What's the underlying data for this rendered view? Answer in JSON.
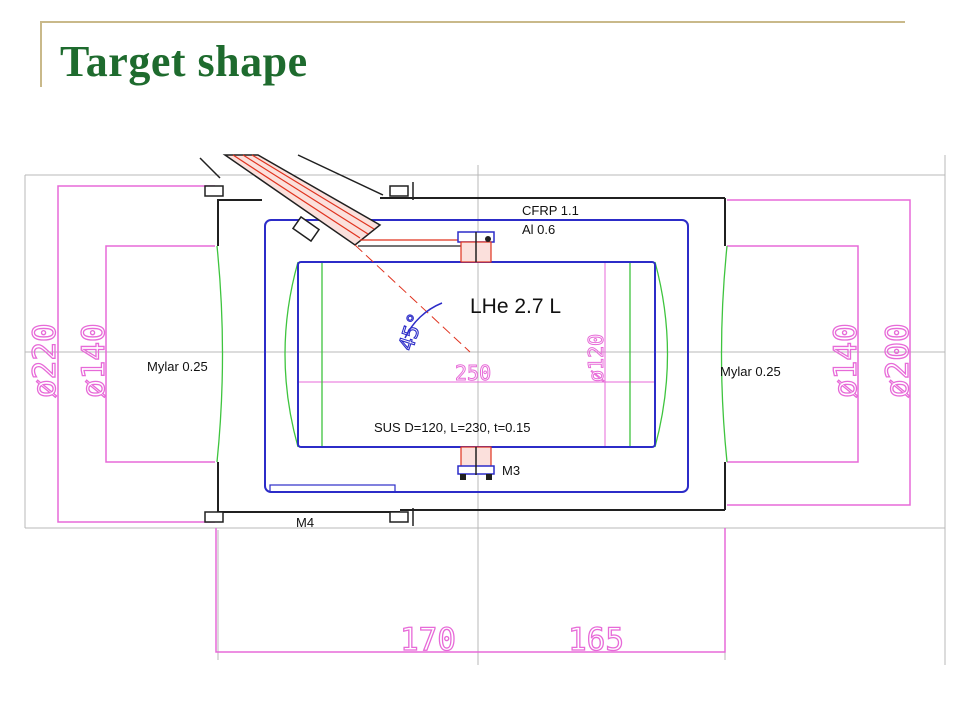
{
  "slide": {
    "title": "Target shape"
  },
  "labels": {
    "cfrp": "CFRP 1.1",
    "al": "Al 0.6",
    "lhe": "LHe 2.7 L",
    "mylar_left": "Mylar 0.25",
    "mylar_right": "Mylar 0.25",
    "sus": "SUS D=120, L=230, t=0.15",
    "m3": "M3",
    "m4": "M4",
    "angle": "45°"
  },
  "dimensions": {
    "d220": "ø220",
    "d140_left": "ø140",
    "d140_right": "ø140",
    "d200": "ø200",
    "d120": "ø120",
    "len250": "250",
    "len170": "170",
    "len165": "165"
  },
  "colors": {
    "title": "#1e6b2e",
    "title_rule": "#c9b98a",
    "dimension_lines": "#e76ad8",
    "vessel_outline": "#2c2cc8",
    "window_curves": "#3ec43e",
    "flange": "#202020",
    "feed_pipe": "#e0331f"
  }
}
